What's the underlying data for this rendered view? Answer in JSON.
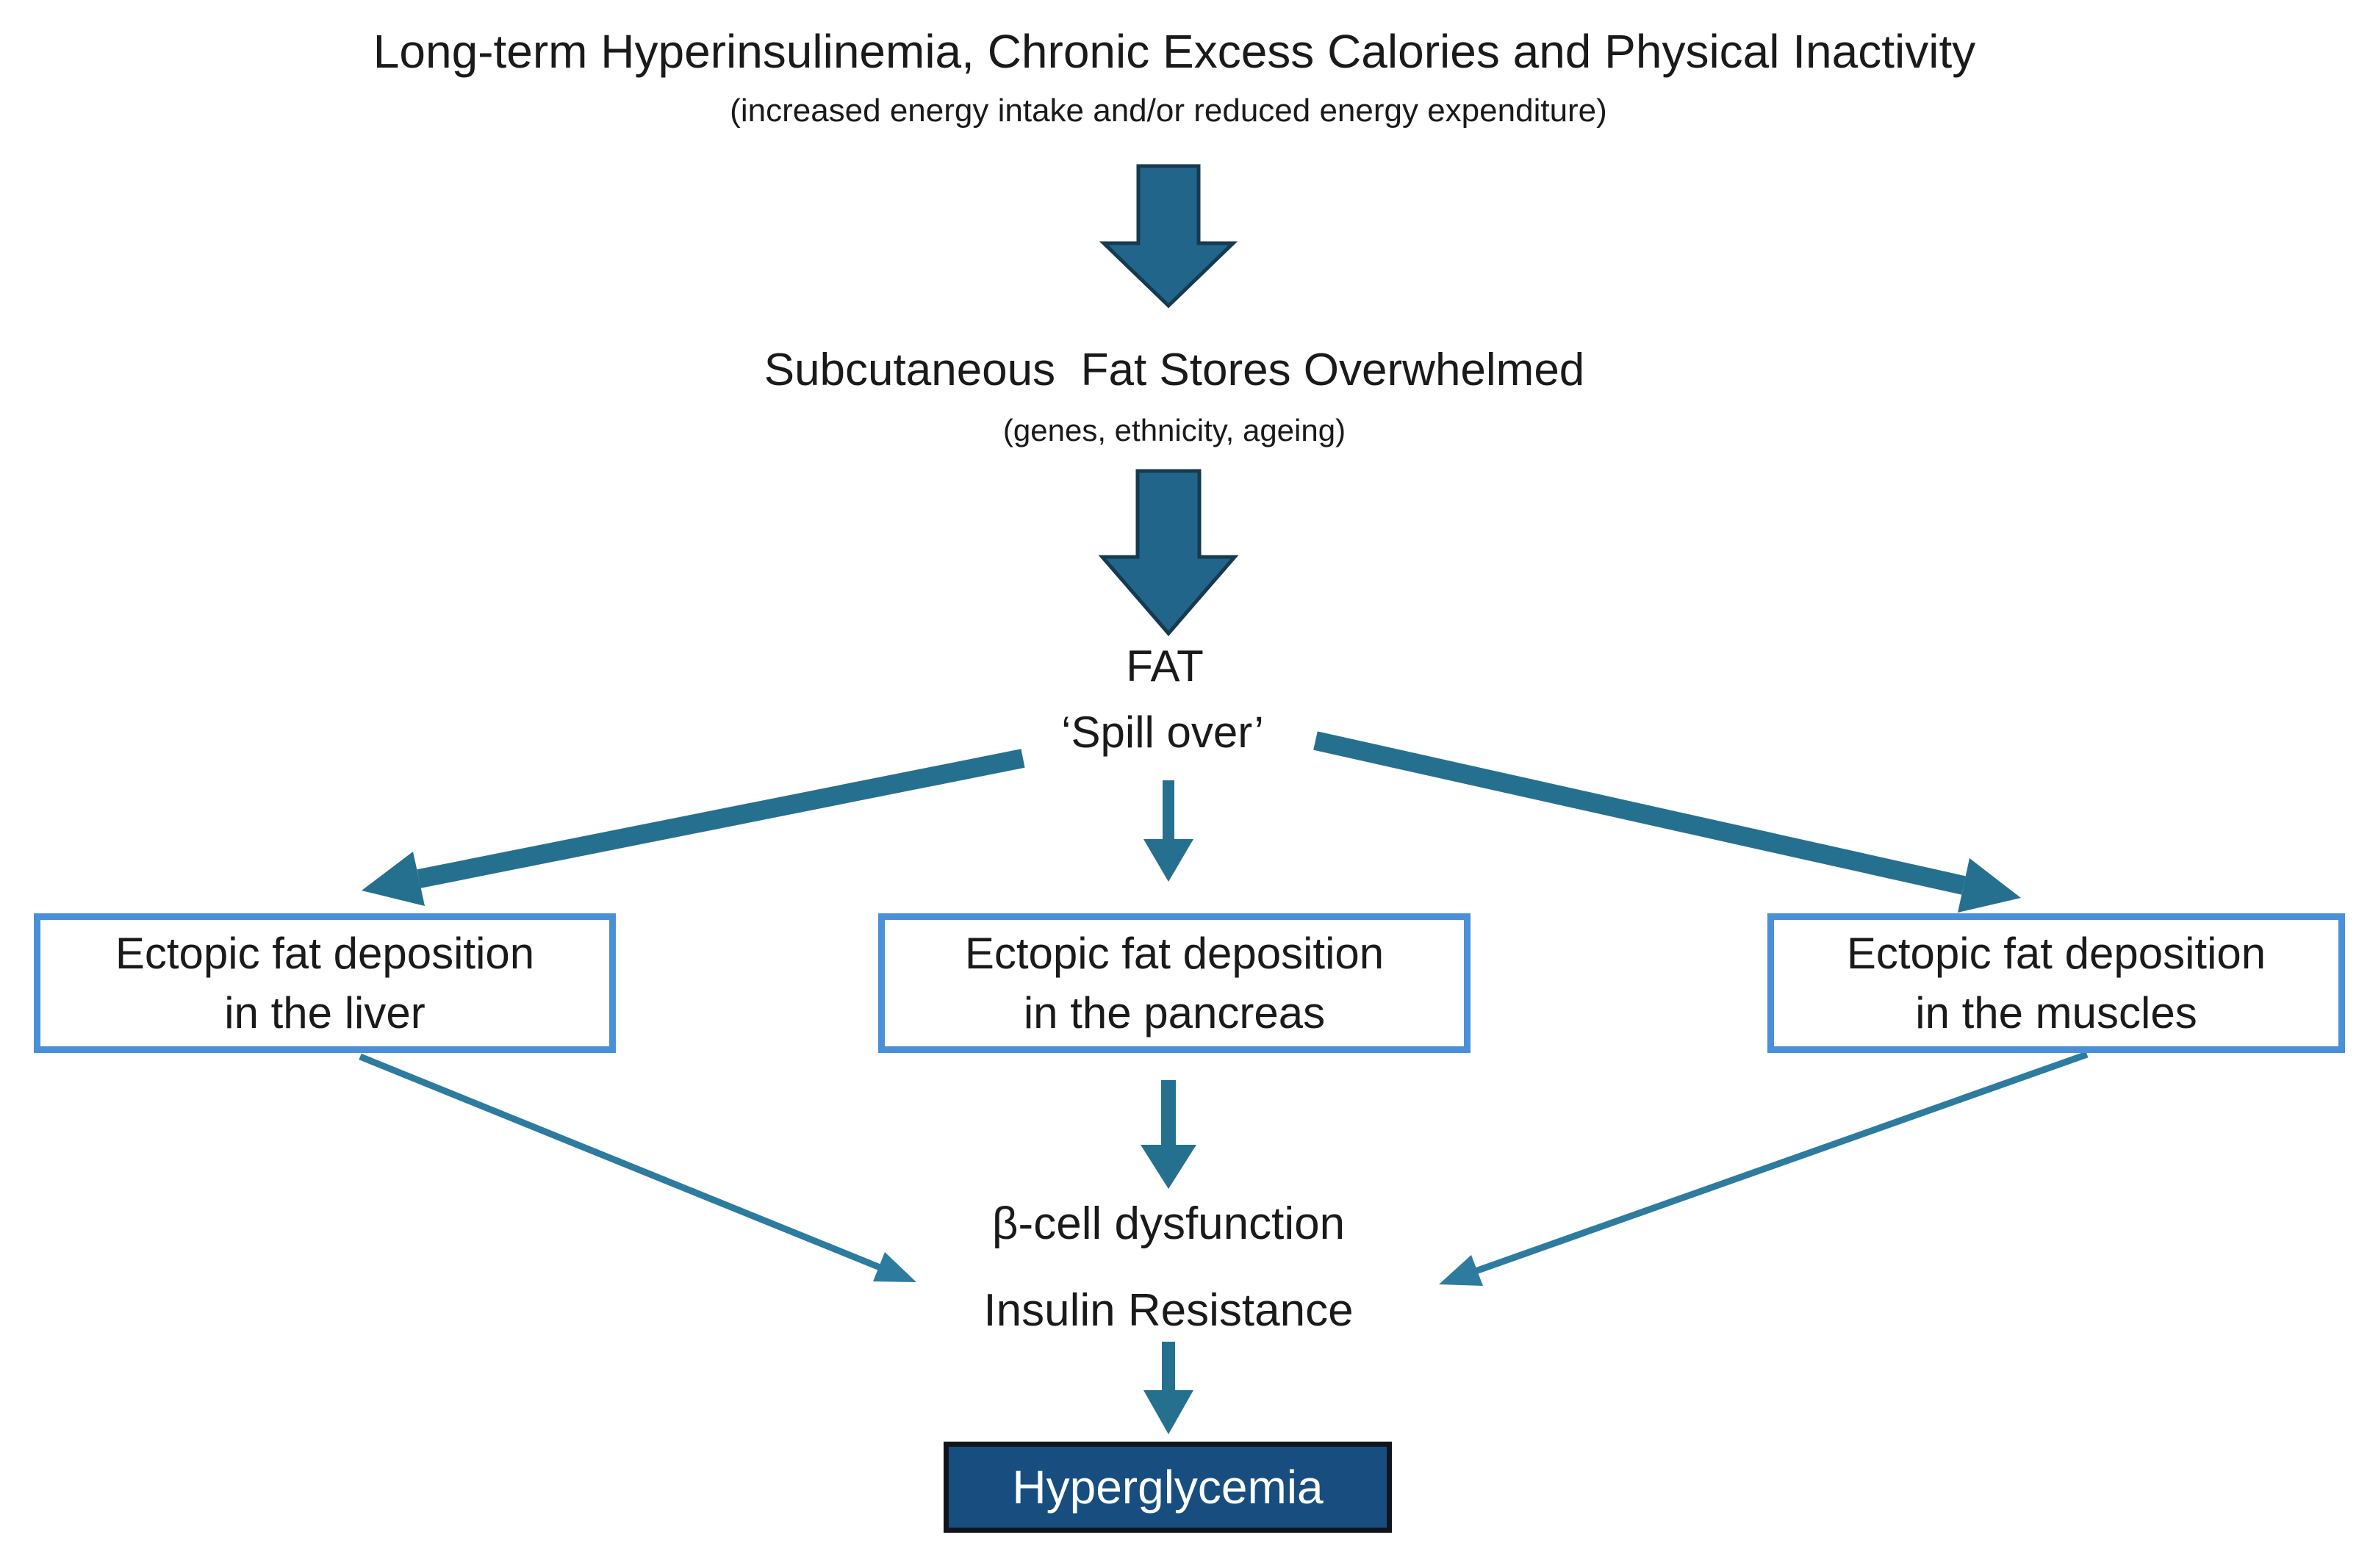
{
  "header": {
    "title": "Long-term Hyperinsulinemia, Chronic Excess Calories and Physical Inactivity",
    "subtitle": "(increased energy intake and/or reduced energy expenditure)"
  },
  "stage_fat_stores": {
    "title": "Subcutaneous  Fat Stores Overwhelmed",
    "subtitle": "(genes, ethnicity, ageing)"
  },
  "stage_spillover": {
    "line1": "FAT",
    "line2": "‘Spill over’"
  },
  "deposition_boxes": {
    "liver": "Ectopic fat deposition\nin the liver",
    "pancreas": "Ectopic fat deposition\nin the pancreas",
    "muscles": "Ectopic fat deposition\nin the muscles"
  },
  "outcomes": {
    "beta_cell": "β-cell dysfunction",
    "insulin_resistance": "Insulin Resistance"
  },
  "final": {
    "label": "Hyperglycemia"
  },
  "colors": {
    "block_arrow_fill": "#21658a",
    "block_arrow_outline": "#163a50",
    "connector": "#26708f",
    "connector_thin": "#2e7ba0",
    "box_border": "#4a90d8",
    "text": "#1a1a1a",
    "final_fill": "#174e7f",
    "final_border": "#10151d",
    "final_text": "#ffffff",
    "background": "#ffffff"
  }
}
